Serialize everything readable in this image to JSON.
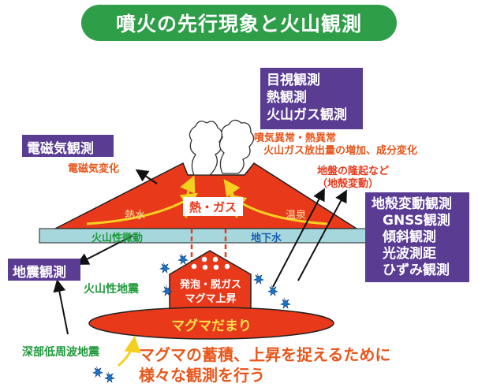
{
  "title": "噴火の先行現象と火山観測",
  "boxes": {
    "visual": [
      "目視観測",
      "熱観測",
      "火山ガス観測"
    ],
    "em": "電磁気観測",
    "crust": [
      "地殻変動観測",
      "GNSS観測",
      "傾斜観測",
      "光波測距",
      "ひずみ観測"
    ],
    "seismic": "地震観測"
  },
  "labels": {
    "gas_anomaly_1": "噴気異常・熱異常",
    "gas_anomaly_2": "火山ガス放出量の増加、成分変化",
    "em_change": "電磁気変化",
    "uplift_1": "地盤の隆起など",
    "uplift_2": "（地殻変動）",
    "hot_water": "熱水",
    "heat_gas": "熱・ガス",
    "hot_spring": "温泉",
    "volcanic_tremor": "火山性微動",
    "groundwater": "地下水",
    "volcanic_eq": "火山性地震",
    "foaming_1": "発泡・脱ガス",
    "foaming_2": "マグマ上昇",
    "magma_chamber": "マグマだまり",
    "deep_lf_eq": "深部低周波地震",
    "message_1": "マグマの蓄積、上昇を捉えるために",
    "message_2": "様々な観測を行う"
  },
  "colors": {
    "title_bg": "#2e9e48",
    "box_bg": "#5a3c93",
    "volcano": "#e8391b",
    "groundwater": "#a6d7dc",
    "orange_text": "#e8561b",
    "green_text": "#1e9a3a",
    "arrow_yellow": "#f5d020"
  }
}
